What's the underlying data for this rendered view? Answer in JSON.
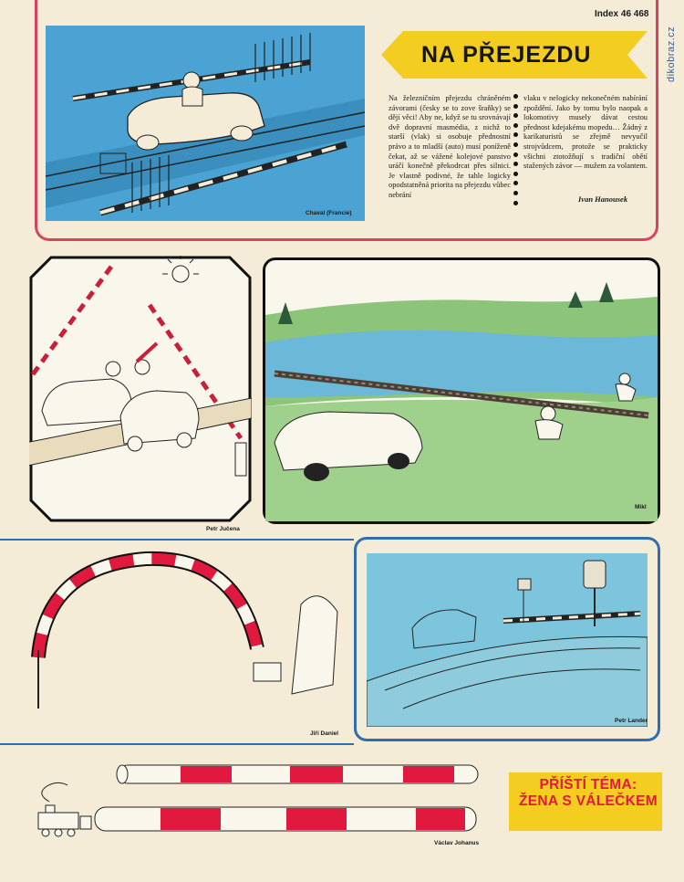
{
  "header": {
    "index": "Index 46 468",
    "site": "dikobraz.cz"
  },
  "article": {
    "title": "NA PŘEJEZDU",
    "col1": "Na železničním přejezdu chráněném závorami (česky se to zove šraňky) se dějí věci! Aby ne, když se tu srovnávají dvě dopravní masmédia, z nichž to starší (vlak) si osobuje přednostní právo a to mladší (auto) musí poníženě čekat, až se vážené kolejové panstvo uráčí konečně překodrcat přes silnici. Je vlastně podivné, že tahle logicky opodstatněná priorita na přejezdu vůbec nebrání",
    "col2": "vlaku v nelogicky nekonečném nabírání zpoždění. Jako by tomu bylo naopak a lokomotivy musely dávat cestou přednost kdejakému mopedu… Žádný z karikaturistů se zřejmě nevyučil strojvůdcem, protože se prakticky všichni ztotožňují s tradiční obětí stažených závor — mužem za volantem.",
    "author": "Ivan Hanousek"
  },
  "credits": {
    "top": "Chaval (Francie)",
    "octagon": "Petr Jučena",
    "lake": "Mikl",
    "arch": "Jiří Daniel",
    "lander": "Petr Lander",
    "train": "Václav Johanus"
  },
  "next_topic": {
    "line1": "PŘÍŠTÍ TÉMA:",
    "line2": "ŽENA S VÁLEČKEM"
  },
  "colors": {
    "frame_red": "#d9435b",
    "banner_yellow": "#f3cd1f",
    "panel_blue": "#2f6fb0",
    "sky_blue": "#4aa3d2",
    "barrier_red": "#e2193e"
  }
}
